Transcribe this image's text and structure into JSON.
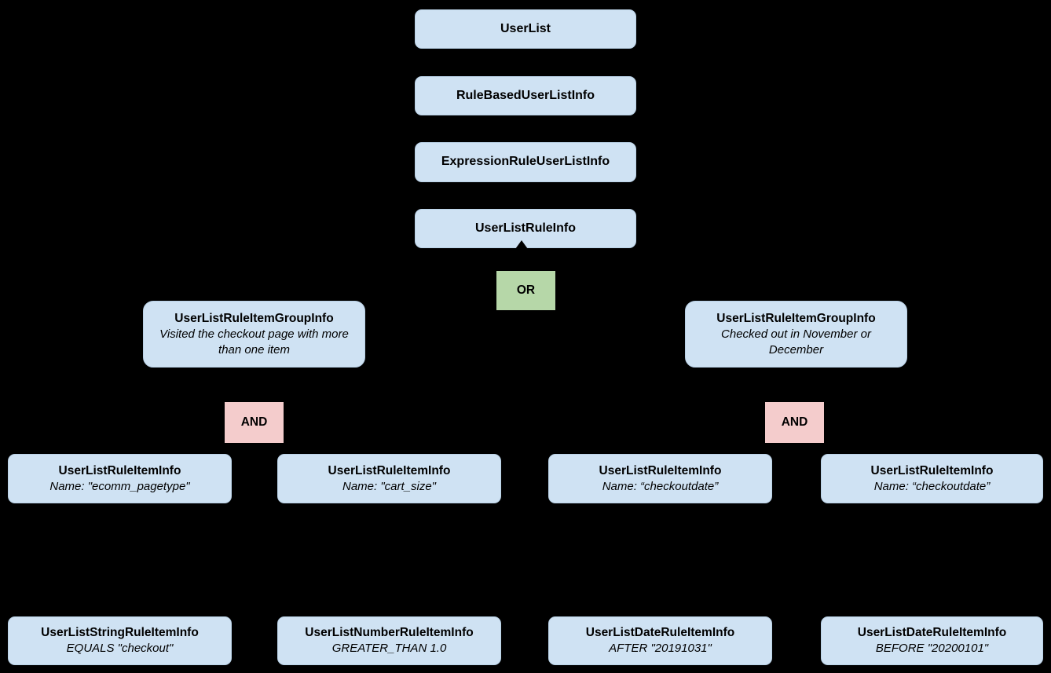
{
  "colors": {
    "background": "#000000",
    "node_fill": "#cfe2f3",
    "node_border": "#b9d1e6",
    "or_fill": "#b6d7a8",
    "and_fill": "#f4cccc",
    "text": "#000000"
  },
  "nodes": {
    "user_list": {
      "label": "UserList"
    },
    "rule_based_user_list_info": {
      "label": "RuleBasedUserListInfo"
    },
    "expression_rule_user_list_info": {
      "label": "ExpressionRuleUserListInfo"
    },
    "user_list_rule_info": {
      "label": "UserListRuleInfo"
    },
    "or_operator": {
      "label": "OR"
    },
    "group_left": {
      "label": "UserListRuleItemGroupInfo",
      "note": "Visited the checkout page with more than one item"
    },
    "group_right": {
      "label": "UserListRuleItemGroupInfo",
      "note": "Checked out in November or December"
    },
    "and_left": {
      "label": "AND"
    },
    "and_right": {
      "label": "AND"
    },
    "rule_item_1": {
      "label": "UserListRuleItemInfo",
      "note": "Name: \"ecomm_pagetype\""
    },
    "rule_item_2": {
      "label": "UserListRuleItemInfo",
      "note": "Name: \"cart_size\""
    },
    "rule_item_3": {
      "label": "UserListRuleItemInfo",
      "note": "Name: “checkoutdate”"
    },
    "rule_item_4": {
      "label": "UserListRuleItemInfo",
      "note": "Name: “checkoutdate”"
    },
    "leaf_string": {
      "label": "UserListStringRuleItemInfo",
      "note": "EQUALS \"checkout\""
    },
    "leaf_number": {
      "label": "UserListNumberRuleItemInfo",
      "note": "GREATER_THAN 1.0"
    },
    "leaf_date_after": {
      "label": "UserListDateRuleItemInfo",
      "note": "AFTER \"20191031\""
    },
    "leaf_date_before": {
      "label": "UserListDateRuleItemInfo",
      "note": "BEFORE \"20200101\""
    }
  }
}
